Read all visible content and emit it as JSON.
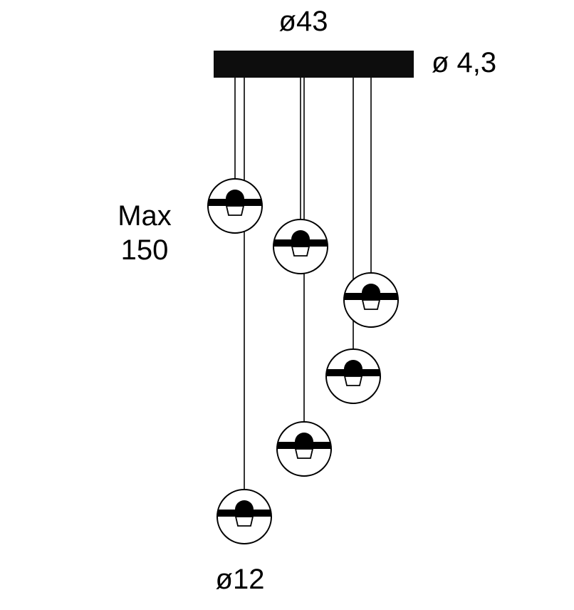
{
  "page": {
    "background": "#ffffff",
    "ink": "#000000"
  },
  "diagram": {
    "type": "pendant-lamp-dimension-drawing",
    "pendant_count": 6,
    "labels": {
      "canopy_diameter": "ø43",
      "canopy_height": "ø 4,3",
      "max_length_line1": "Max",
      "max_length_line2": "150",
      "pendant_diameter": "ø12"
    }
  }
}
